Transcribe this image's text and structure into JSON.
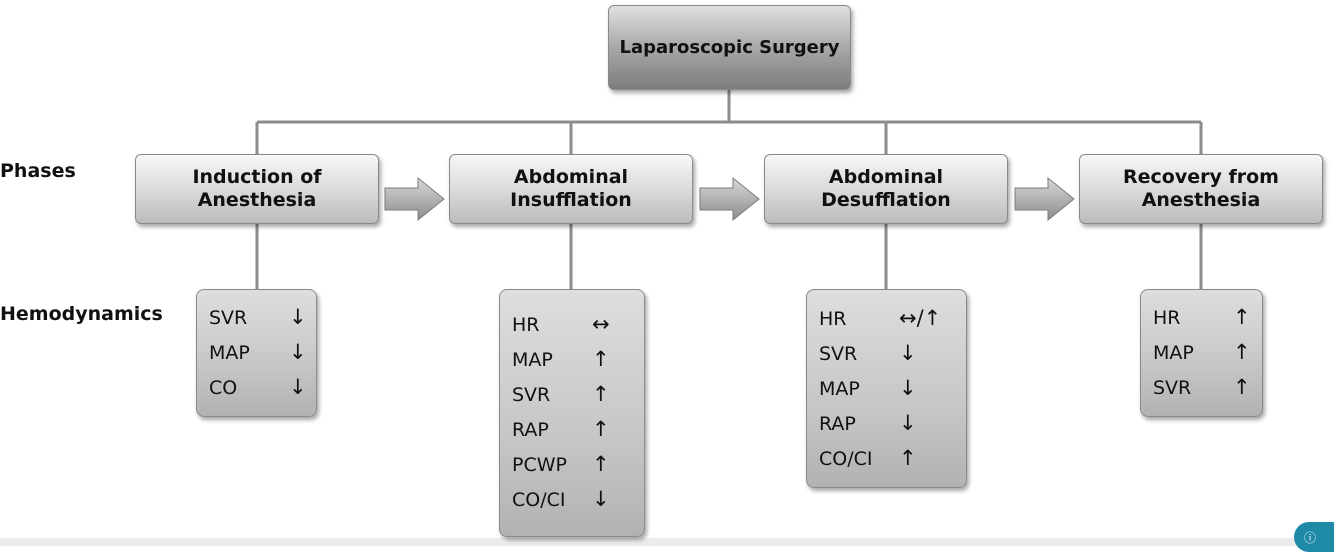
{
  "root": {
    "title": "Laparoscopic Surgery"
  },
  "row_labels": {
    "phases": "Phases",
    "hemodynamics": "Hemodynamics"
  },
  "phases": [
    {
      "name": "Induction of Anesthesia",
      "lines": [
        "Induction of",
        "Anesthesia"
      ],
      "hemodynamics": [
        {
          "param": "SVR",
          "change": "↓"
        },
        {
          "param": "MAP",
          "change": "↓"
        },
        {
          "param": "CO",
          "change": "↓"
        }
      ]
    },
    {
      "name": "Abdominal Insufflation",
      "lines": [
        "Abdominal Insufflation"
      ],
      "hemodynamics": [
        {
          "param": "HR",
          "change": "↔"
        },
        {
          "param": "MAP",
          "change": "↑"
        },
        {
          "param": "SVR",
          "change": "↑"
        },
        {
          "param": "RAP",
          "change": "↑"
        },
        {
          "param": "PCWP",
          "change": "↑"
        },
        {
          "param": "CO/CI",
          "change": "↓"
        }
      ]
    },
    {
      "name": "Abdominal Desufflation",
      "lines": [
        "Abdominal",
        "Desufflation"
      ],
      "hemodynamics": [
        {
          "param": "HR",
          "change": "↔/↑"
        },
        {
          "param": "SVR",
          "change": "↓"
        },
        {
          "param": "MAP",
          "change": "↓"
        },
        {
          "param": "RAP",
          "change": "↓"
        },
        {
          "param": "CO/CI",
          "change": "↑"
        }
      ]
    },
    {
      "name": "Recovery from Anesthesia",
      "lines": [
        "Recovery from",
        "Anesthesia"
      ],
      "hemodynamics": [
        {
          "param": "HR",
          "change": "↑"
        },
        {
          "param": "MAP",
          "change": "↑"
        },
        {
          "param": "SVR",
          "change": "↑"
        }
      ]
    }
  ],
  "help_badge": {
    "icon": "question-circle-icon"
  }
}
